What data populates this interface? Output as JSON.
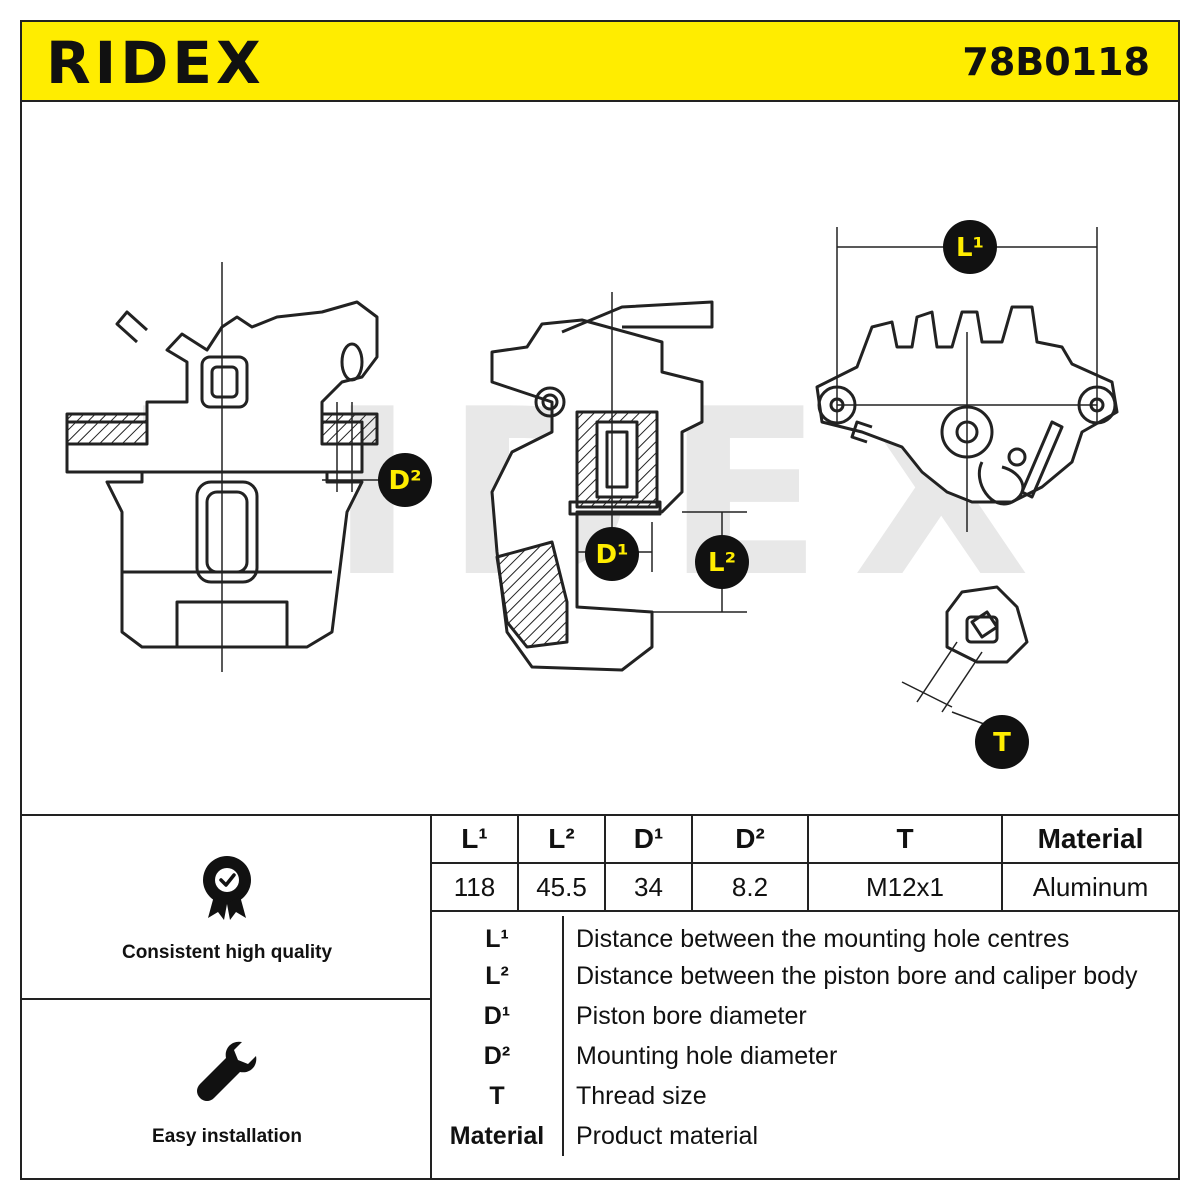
{
  "header": {
    "brand": "RIDEX",
    "part_number": "78B0118"
  },
  "drawing": {
    "watermark": "RIDEX",
    "labels": {
      "L1": "L¹",
      "L2": "L²",
      "D1": "D¹",
      "D2": "D²",
      "T": "T"
    }
  },
  "features": [
    {
      "label": "Consistent high quality",
      "icon": "quality-badge-icon"
    },
    {
      "label": "Easy installation",
      "icon": "wrench-icon"
    }
  ],
  "spec_table": {
    "headers": [
      "L¹",
      "L²",
      "D¹",
      "D²",
      "T",
      "Material"
    ],
    "values": [
      "118",
      "45.5",
      "34",
      "8.2",
      "M12x1",
      "Aluminum"
    ]
  },
  "legend": [
    {
      "key": "L¹",
      "desc": "Distance between the mounting hole centres"
    },
    {
      "key": "L²",
      "desc": "Distance between the piston bore and caliper body"
    },
    {
      "key": "D¹",
      "desc": "Piston bore diameter"
    },
    {
      "key": "D²",
      "desc": "Mounting hole diameter"
    },
    {
      "key": "T",
      "desc": "Thread size"
    },
    {
      "key": "Material",
      "desc": "Product material"
    }
  ],
  "colors": {
    "header_bg": "#ffed00",
    "line": "#222222",
    "badge_bg": "#111111",
    "badge_text": "#ffed00"
  }
}
